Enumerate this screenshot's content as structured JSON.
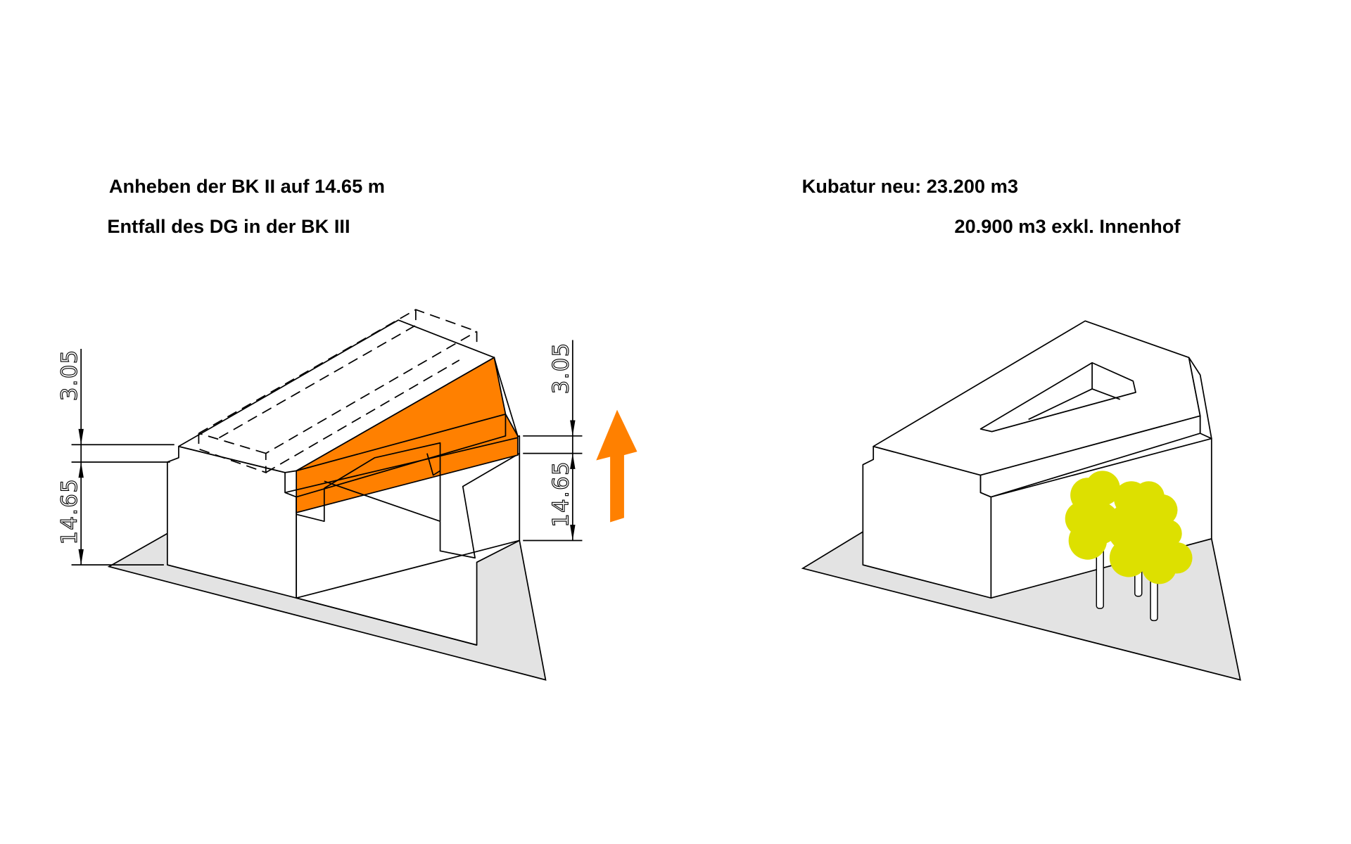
{
  "left_panel": {
    "title_line1": "Anheben der BK II auf 14.65 m",
    "title_line2": "Entfall des DG in der BK III",
    "dimensions_left": {
      "upper": "3.05",
      "lower": "14.65"
    },
    "dimensions_right": {
      "upper": "3.05",
      "lower": "14.65"
    },
    "arrow_icon": "up-arrow"
  },
  "right_panel": {
    "title_line1": "Kubatur neu:  23.200 m3",
    "title_line2": "20.900 m3 exkl. Innenhof"
  },
  "colors": {
    "highlight": "#ff8000",
    "tree": "#dde000",
    "ground_shadow": "#e3e3e3"
  }
}
